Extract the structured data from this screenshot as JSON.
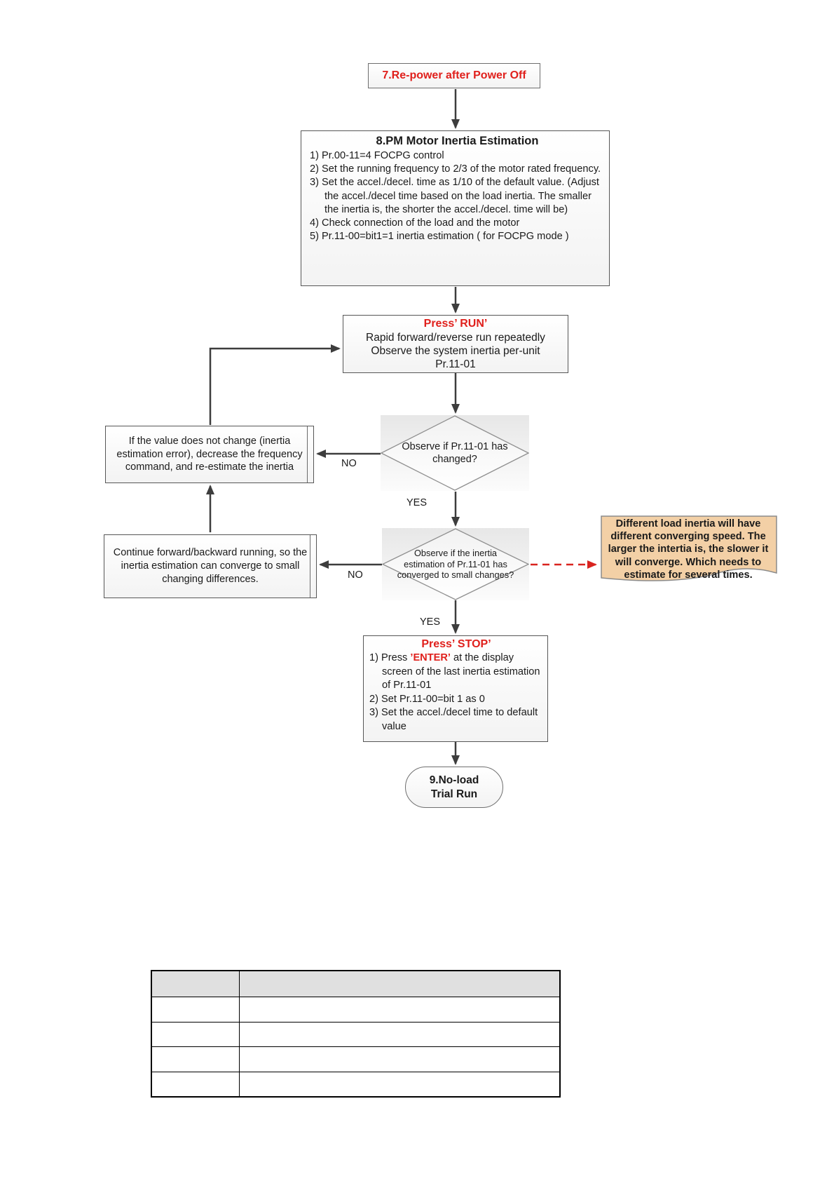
{
  "palette": {
    "accent_red": "#e0201c",
    "arrow_color": "#3d3d3d",
    "note_fill": "#f3d0a6",
    "table_header_fill": "#e0e0e0"
  },
  "nodes": {
    "repower": {
      "label": "7.Re-power after Power Off"
    },
    "estimation": {
      "title": "8.PM Motor Inertia Estimation",
      "items": [
        "1) Pr.00-11=4 FOCPG control",
        "2) Set the running frequency to 2/3 of the motor rated frequency.",
        "3) Set the accel./decel. time as 1/10 of the default value. (Adjust the accel./decel time based on the load inertia. The smaller the inertia is, the shorter the accel./decel. time will be)",
        "4) Check connection of the load and the motor",
        "5) Pr.11-00=bit1=1 inertia estimation ( for FOCPG mode )"
      ]
    },
    "press_run": {
      "title": "Press’  RUN’",
      "lines": [
        "Rapid forward/reverse run repeatedly",
        "Observe the system inertia per-unit",
        "Pr.11-01"
      ]
    },
    "decision_changed": {
      "question": "Observe if Pr.11-01 has changed?"
    },
    "no_change": {
      "text": "If the value does not change (inertia estimation error), decrease the frequency command, and re-estimate the inertia"
    },
    "decision_converged": {
      "question": "Observe if the inertia estimation of Pr.11-01 has converged to small changes?"
    },
    "continue_running": {
      "text": "Continue forward/backward running, so the inertia estimation can converge to small changing differences."
    },
    "inertia_note": {
      "text": "Different load inertia will have different converging speed. The larger the intertia is, the slower it will converge. Which needs to estimate for several times."
    },
    "press_stop": {
      "title": "Press’  STOP’",
      "item1_pre": "1) Press ",
      "item1_red": "’ENTER’",
      "item1_post": " at the display screen of the last inertia estimation of Pr.11-01",
      "item2": "2) Set Pr.11-00=bit 1 as 0",
      "item3": "3) Set the accel./decel time to default value"
    },
    "no_load": {
      "line1": "9.No-load",
      "line2": "Trial Run"
    }
  },
  "edge_labels": {
    "no1": "NO",
    "yes1": "YES",
    "no2": "NO",
    "yes2": "YES"
  },
  "table": {
    "header": [
      "",
      ""
    ],
    "rows": [
      [
        "",
        ""
      ],
      [
        "",
        ""
      ],
      [
        "",
        ""
      ],
      [
        "",
        ""
      ]
    ]
  }
}
